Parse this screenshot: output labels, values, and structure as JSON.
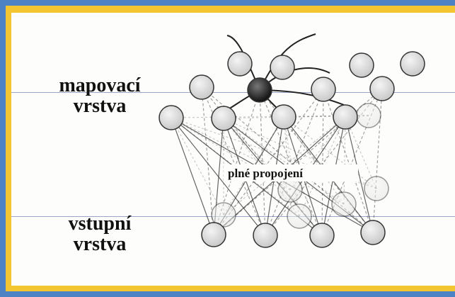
{
  "labels": {
    "mapping_layer": [
      "mapovací",
      "vrstva"
    ],
    "input_layer": [
      "vstupní",
      "vrstva"
    ],
    "full_connection": "plné propojení"
  },
  "colors": {
    "outer_border": "#4d82c4",
    "gold_border": "#f2c531",
    "background": "#fdfdfb",
    "node_fill": "#dcdcdc",
    "winner_node": "#2a2a2a"
  }
}
